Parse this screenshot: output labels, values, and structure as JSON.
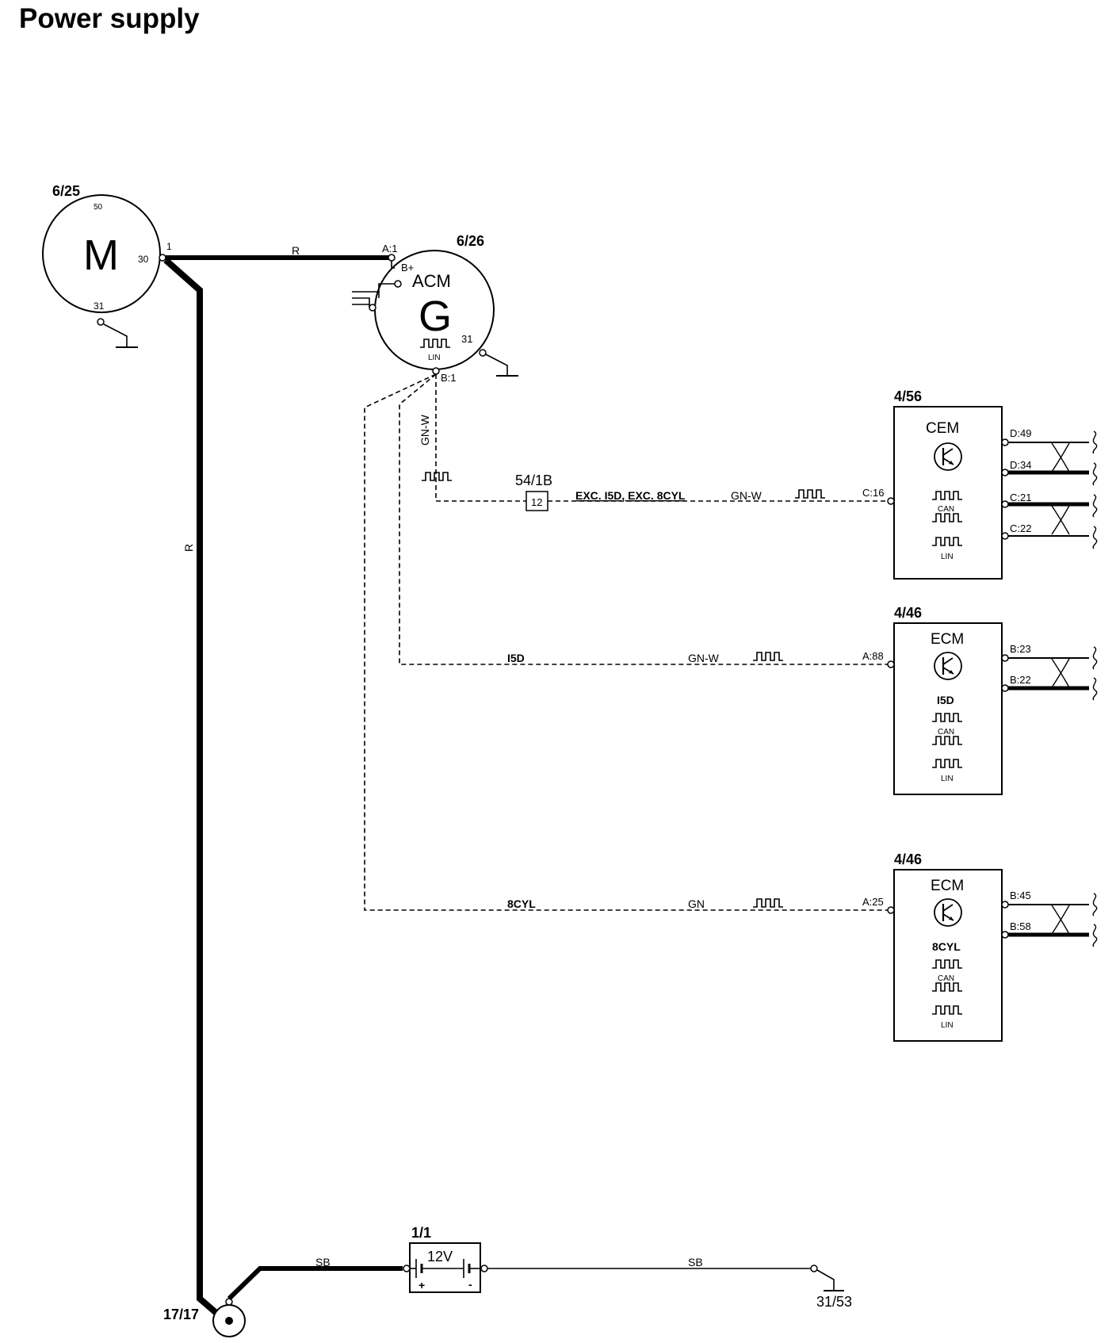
{
  "title": "Power supply",
  "starter": {
    "ref": "6/25",
    "letter": "M",
    "pins": {
      "p50": "50",
      "p30": "30",
      "p31": "31",
      "p1": "1"
    }
  },
  "alternator": {
    "ref": "6/26",
    "name": "ACM",
    "letter": "G",
    "bus": "LIN",
    "pins": {
      "a1": "A:1",
      "bplus": "B+",
      "p31": "31",
      "b1": "B:1"
    }
  },
  "wires": {
    "starter_to_alt": "R",
    "starter_down": "R",
    "lin_vertical": "GN-W",
    "cem_color": "GN-W",
    "ecm1_color": "GN-W",
    "ecm2_color": "GN",
    "battery_left": "SB",
    "battery_right": "SB"
  },
  "connector": {
    "ref": "54/1B",
    "pin": "12"
  },
  "conditions": {
    "cem": "EXC. I5D, EXC. 8CYL",
    "ecm1": "I5D",
    "ecm2": "8CYL"
  },
  "cem": {
    "ref": "4/56",
    "name": "CEM",
    "lin_pin": "C:16",
    "pins": [
      "D:49",
      "D:34",
      "C:21",
      "C:22"
    ],
    "labels": {
      "can": "CAN",
      "lin": "LIN"
    }
  },
  "ecm1": {
    "ref": "4/46",
    "name": "ECM",
    "variant": "I5D",
    "lin_pin": "A:88",
    "pins": [
      "B:23",
      "B:22"
    ],
    "labels": {
      "can": "CAN",
      "lin": "LIN"
    }
  },
  "ecm2": {
    "ref": "4/46",
    "name": "ECM",
    "variant": "8CYL",
    "lin_pin": "A:25",
    "pins": [
      "B:45",
      "B:58"
    ],
    "labels": {
      "can": "CAN",
      "lin": "LIN"
    }
  },
  "battery": {
    "ref": "1/1",
    "voltage": "12V",
    "plus": "+",
    "minus": "-"
  },
  "ground_point": {
    "ref": "31/53"
  },
  "junction": {
    "ref": "17/17"
  }
}
